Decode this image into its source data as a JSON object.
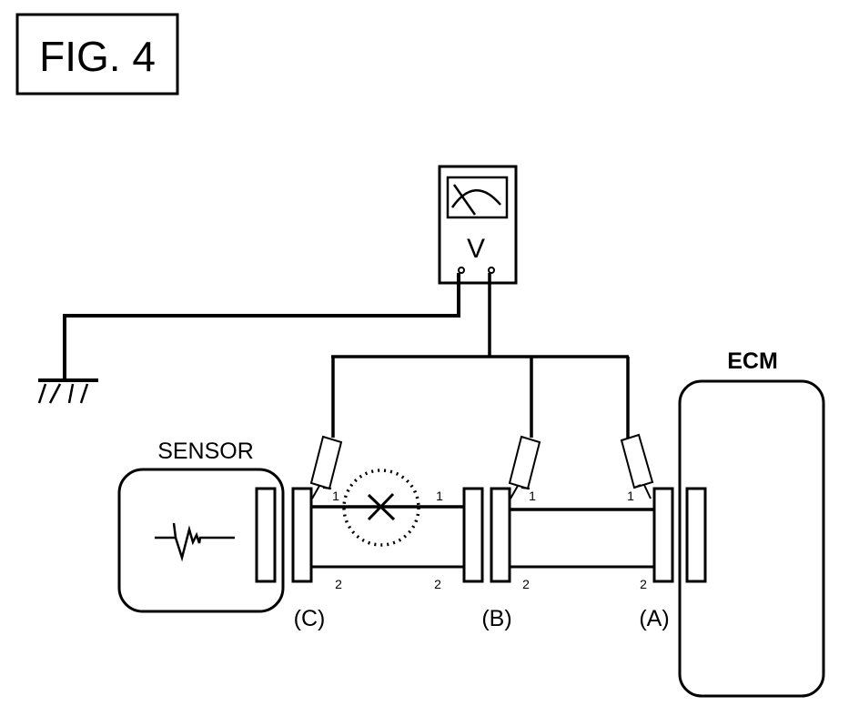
{
  "figure": {
    "title": "FIG. 4"
  },
  "meter": {
    "symbol": "V",
    "icon": "voltmeter-icon"
  },
  "ground": {
    "icon": "ground-icon"
  },
  "sensor": {
    "label": "SENSOR",
    "icon": "waveform-signal-icon"
  },
  "ecm": {
    "label": "ECM"
  },
  "connectors": {
    "c": {
      "label": "(C)",
      "pin1": "1",
      "pin2": "2"
    },
    "b_left": {
      "pin1": "1",
      "pin2": "2"
    },
    "b": {
      "label": "(B)",
      "pin1": "1",
      "pin2": "2"
    },
    "a": {
      "label": "(A)",
      "pin1": "1",
      "pin2": "2"
    }
  },
  "fault": {
    "marker": "open-circuit",
    "icon": "x-mark-icon"
  },
  "colors": {
    "line": "#000000",
    "background": "#ffffff"
  }
}
